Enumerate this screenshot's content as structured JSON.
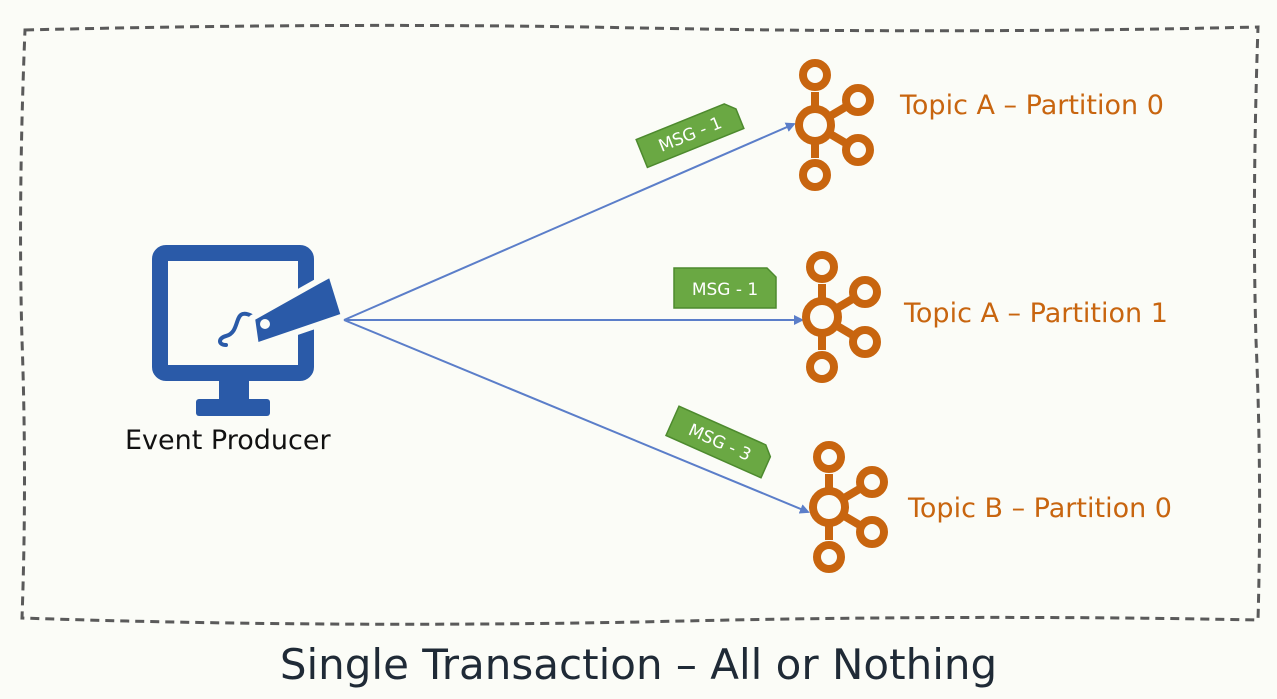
{
  "producer": {
    "label": "Event Producer",
    "icon": "monitor-with-tag-icon"
  },
  "messages": [
    {
      "label": "MSG - 1",
      "target": "Topic A – Partition 0"
    },
    {
      "label": "MSG - 1",
      "target": "Topic A – Partition 1"
    },
    {
      "label": "MSG - 3",
      "target": "Topic B – Partition 0"
    }
  ],
  "topics": [
    {
      "label": "Topic A – Partition 0",
      "icon": "kafka-icon"
    },
    {
      "label": "Topic A – Partition 1",
      "icon": "kafka-icon"
    },
    {
      "label": "Topic B – Partition 0",
      "icon": "kafka-icon"
    }
  ],
  "caption": "Single Transaction – All or Nothing",
  "colors": {
    "producer": "#2a5aa8",
    "arrow": "#5b7ec9",
    "message": "#6aa843",
    "topic": "#c8650f",
    "border": "#5a5a5a",
    "background": "#fbfcf7"
  }
}
